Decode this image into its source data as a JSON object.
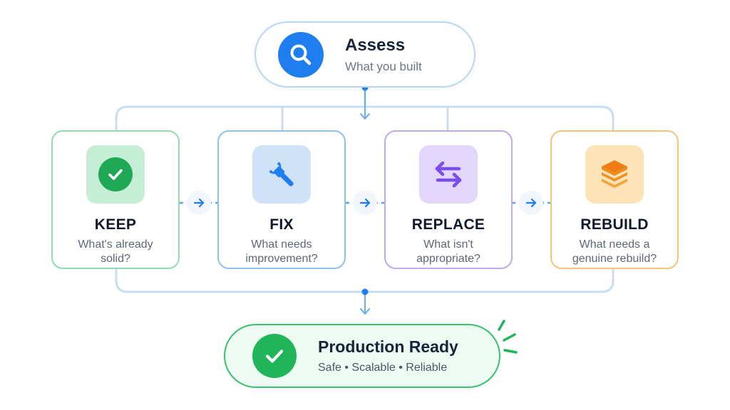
{
  "assess": {
    "title": "Assess",
    "subtitle": "What you built",
    "icon": "search-icon",
    "color": "#1e7ef0"
  },
  "steps": [
    {
      "title": "KEEP",
      "subtitle_lines": [
        "What's already",
        "solid?"
      ],
      "icon": "check-icon",
      "color": "#1fa855"
    },
    {
      "title": "FIX",
      "subtitle_lines": [
        "What needs",
        "improvement?"
      ],
      "icon": "wrench-icon",
      "color": "#1e7ef0"
    },
    {
      "title": "REPLACE",
      "subtitle_lines": [
        "What isn't",
        "appropriate?"
      ],
      "icon": "swap-arrows-icon",
      "color": "#7a4df0"
    },
    {
      "title": "REBUILD",
      "subtitle_lines": [
        "What needs a",
        "genuine rebuild?"
      ],
      "icon": "layers-icon",
      "color": "#f08a1e"
    }
  ],
  "result": {
    "title": "Production Ready",
    "subtitle": "Safe • Scalable • Reliable",
    "icon": "check-icon",
    "color": "#20b55a"
  }
}
